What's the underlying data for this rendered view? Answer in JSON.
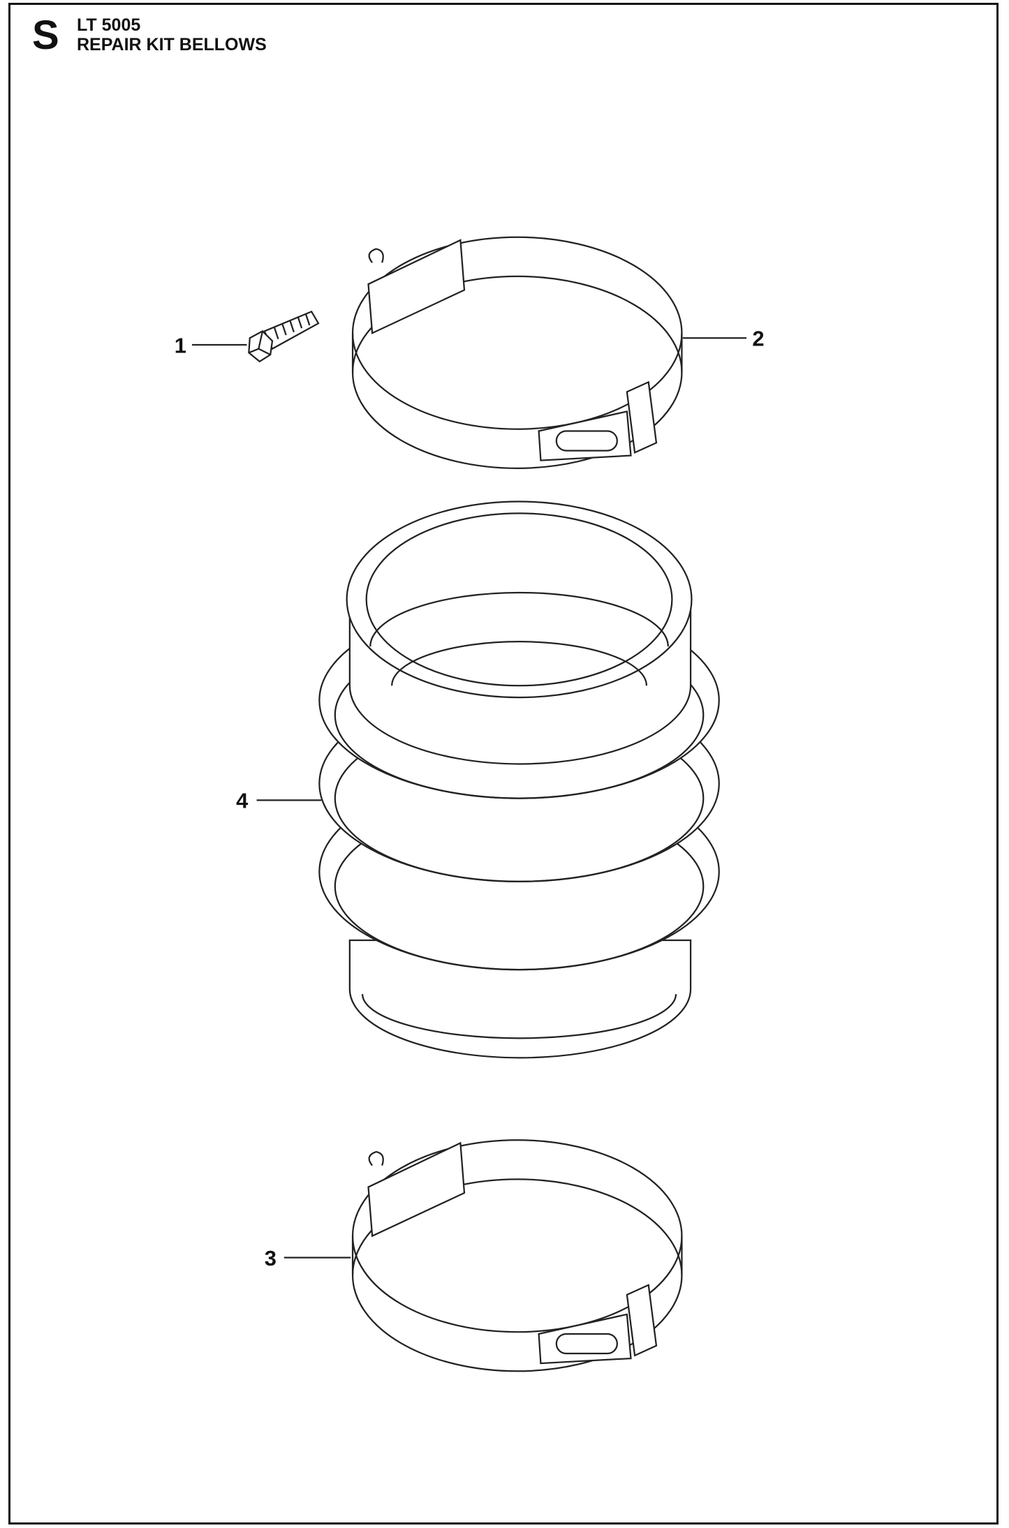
{
  "header": {
    "section_letter": "S",
    "model": "LT 5005",
    "title": "REPAIR KIT BELLOWS"
  },
  "callouts": [
    {
      "number": "1",
      "part": "bolt"
    },
    {
      "number": "2",
      "part": "hose-clamp-upper"
    },
    {
      "number": "3",
      "part": "hose-clamp-lower"
    },
    {
      "number": "4",
      "part": "bellows"
    }
  ]
}
